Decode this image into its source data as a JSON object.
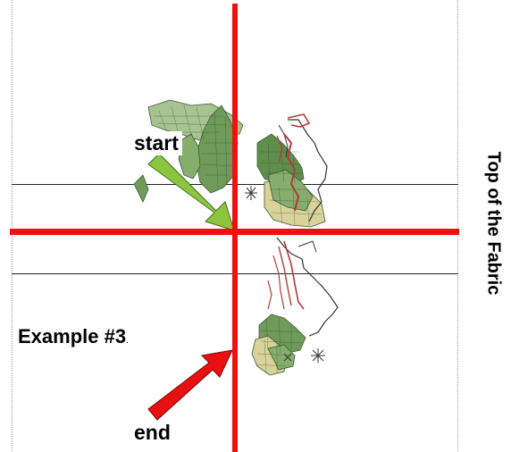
{
  "labels": {
    "start": "start",
    "end": "end",
    "example": "Example #3",
    "example_dot": ".",
    "side": "Top of the Fabric"
  },
  "colors": {
    "axis": "#ee1111",
    "start_arrow": "#8cc63f",
    "end_arrow": "#e81010",
    "tree_green": "#6f9a5a",
    "ribbon_red": "#b33a3a"
  }
}
